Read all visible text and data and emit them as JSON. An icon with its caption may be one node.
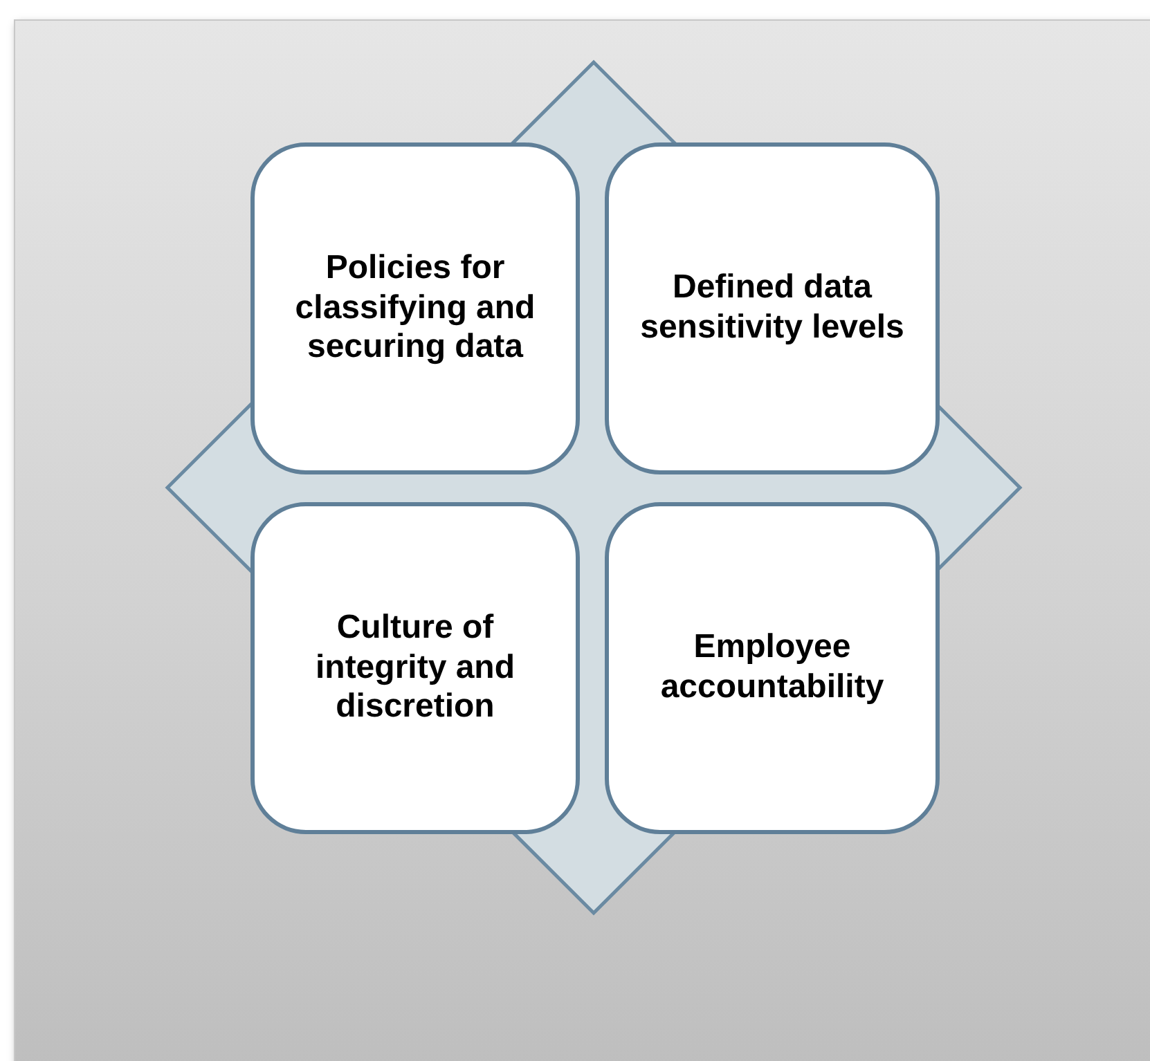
{
  "diagram": {
    "nodes": [
      {
        "text": [
          "Policies for classifying and securing data"
        ]
      },
      {
        "text": [
          "Defined data sensitivity levels"
        ]
      },
      {
        "text": [
          "Culture of integrity and discretion"
        ]
      },
      {
        "text": [
          "Employee accountability"
        ]
      }
    ]
  }
}
